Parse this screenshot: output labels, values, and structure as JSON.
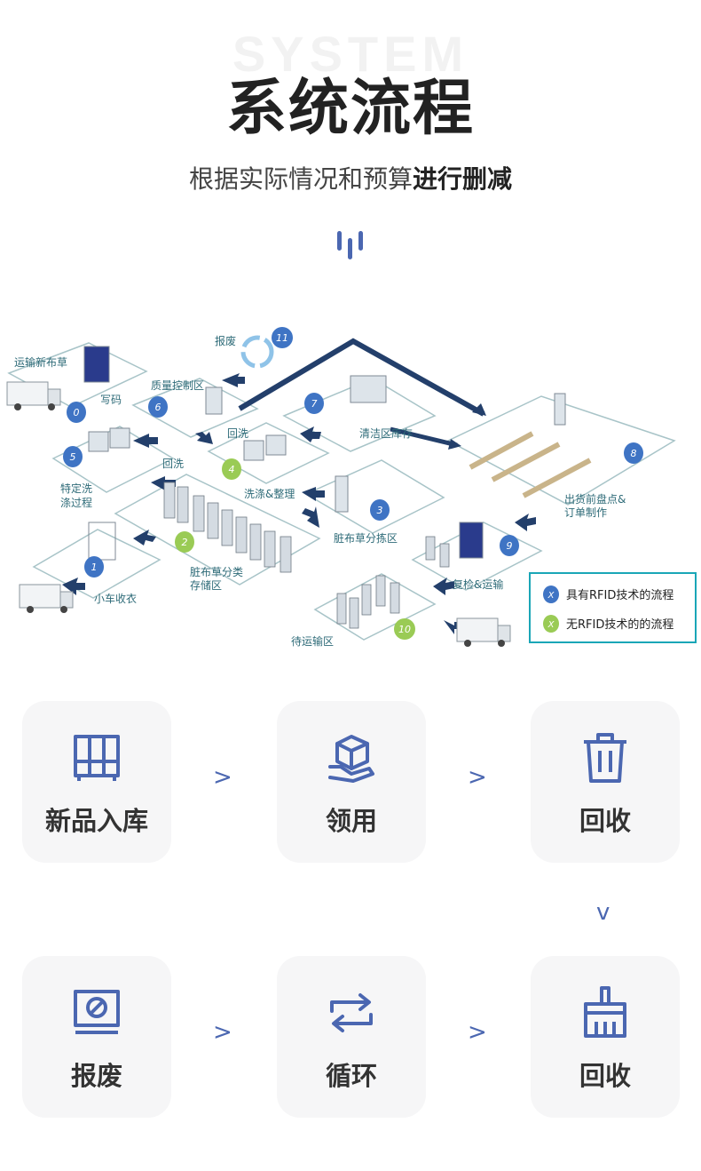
{
  "header": {
    "bg_word": "SYSTEM",
    "title": "系统流程",
    "subtitle_normal": "根据实际情况和预算",
    "subtitle_bold": "进行删减"
  },
  "diagram": {
    "labels": {
      "transport_new": "运输新布草",
      "write_code": "写码",
      "scrap": "报废",
      "quality_zone": "质量控制区",
      "rewash_1": "回洗",
      "rewash_2": "回洗",
      "clean_storage": "清洁区库存",
      "special_wash_1": "特定洗",
      "special_wash_2": "涤过程",
      "wash_arrange": "洗涤&整理",
      "pre_ship_1": "出货前盘点&",
      "pre_ship_2": "订单制作",
      "dirty_store_1": "脏布草分类",
      "dirty_store_2": "存储区",
      "dirty_sort": "脏布草分拣区",
      "cart_collect": "小车收衣",
      "recheck": "复检&运输",
      "await_ship": "待运输区"
    },
    "steps": [
      "0",
      "1",
      "2",
      "3",
      "4",
      "5",
      "6",
      "7",
      "8",
      "9",
      "10",
      "11"
    ],
    "legend": {
      "rfid": "具有RFID技术的流程",
      "no_rfid": "无RFID技术的的流程",
      "marker": "X"
    },
    "colors": {
      "rfid": "#3f74c4",
      "no_rfid": "#9acb55",
      "arrow": "#233f6b",
      "legend_border": "#1aa6b7"
    }
  },
  "flow": {
    "cards": [
      {
        "label": "新品入库",
        "icon": "cabinet-icon"
      },
      {
        "label": "领用",
        "icon": "hand-box-icon"
      },
      {
        "label": "回收",
        "icon": "trash-bin-icon"
      },
      {
        "label": "报废",
        "icon": "scrap-monitor-icon"
      },
      {
        "label": "循环",
        "icon": "cycle-arrows-icon"
      },
      {
        "label": "回收",
        "icon": "broom-icon"
      }
    ],
    "arrow_right": ">",
    "arrow_down": "v"
  },
  "accent": "#4b67b1"
}
